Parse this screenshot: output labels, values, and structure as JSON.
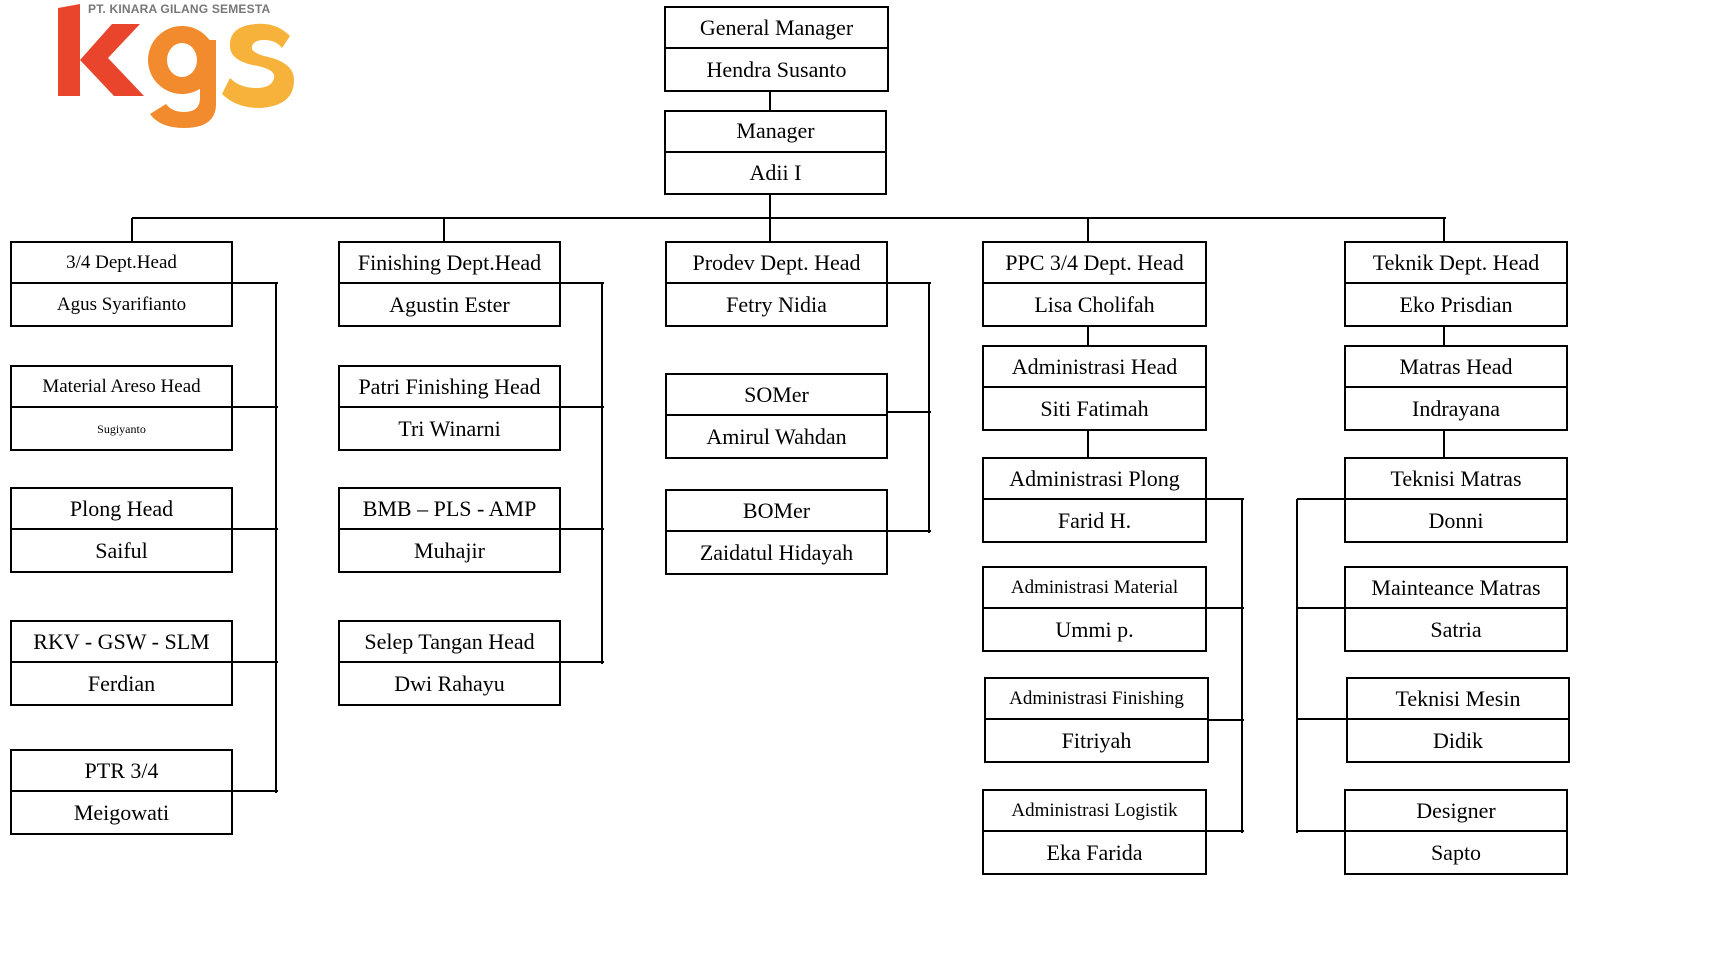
{
  "company": {
    "name": "PT. KINARA GILANG SEMESTA",
    "logo_text": "kgs",
    "colors": {
      "orange": "#f28a2e",
      "red": "#e8452c",
      "yellow": "#f6b23a"
    }
  },
  "top": {
    "general_manager": {
      "role": "General Manager",
      "name": "Hendra Susanto"
    },
    "manager": {
      "role": "Manager",
      "name": "Adii I"
    }
  },
  "departments": [
    {
      "head": {
        "role": "3/4 Dept.Head",
        "name": "Agus Syarifianto"
      },
      "members": [
        {
          "role": "Material Areso Head",
          "name": "Sugiyanto"
        },
        {
          "role": "Plong Head",
          "name": "Saiful"
        },
        {
          "role": "RKV - GSW - SLM",
          "name": "Ferdian"
        },
        {
          "role": "PTR 3/4",
          "name": "Meigowati"
        }
      ]
    },
    {
      "head": {
        "role": "Finishing Dept.Head",
        "name": "Agustin Ester"
      },
      "members": [
        {
          "role": "Patri Finishing Head",
          "name": "Tri Winarni"
        },
        {
          "role": "BMB – PLS - AMP",
          "name": "Muhajir"
        },
        {
          "role": "Selep Tangan Head",
          "name": "Dwi Rahayu"
        }
      ]
    },
    {
      "head": {
        "role": "Prodev Dept. Head",
        "name": "Fetry Nidia"
      },
      "members": [
        {
          "role": "SOMer",
          "name": "Amirul Wahdan"
        },
        {
          "role": "BOMer",
          "name": "Zaidatul Hidayah"
        }
      ]
    },
    {
      "head": {
        "role": "PPC 3/4 Dept. Head",
        "name": "Lisa Cholifah"
      },
      "members": [
        {
          "role": "Administrasi Head",
          "name": "Siti Fatimah"
        },
        {
          "role": "Administrasi Plong",
          "name": "Farid H."
        },
        {
          "role": "Administrasi Material",
          "name": "Ummi p."
        },
        {
          "role": "Administrasi Finishing",
          "name": "Fitriyah"
        },
        {
          "role": "Administrasi Logistik",
          "name": "Eka Farida"
        }
      ]
    },
    {
      "head": {
        "role": "Teknik Dept. Head",
        "name": "Eko Prisdian"
      },
      "members": [
        {
          "role": "Matras Head",
          "name": "Indrayana"
        },
        {
          "role": "Teknisi Matras",
          "name": "Donni"
        },
        {
          "role": "Mainteance Matras",
          "name": "Satria"
        },
        {
          "role": "Teknisi Mesin",
          "name": "Didik"
        },
        {
          "role": "Designer",
          "name": "Sapto"
        }
      ]
    }
  ]
}
